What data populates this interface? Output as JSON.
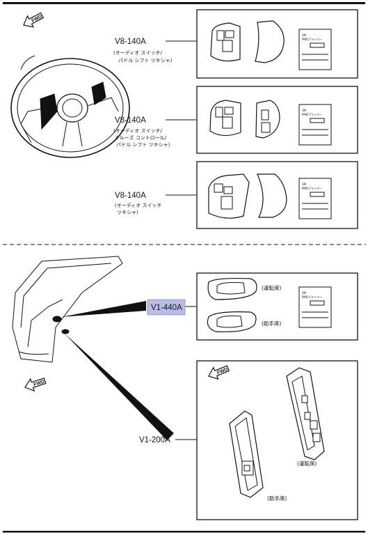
{
  "parts": {
    "steering_top": {
      "code": "V8-140A",
      "desc": [
        "(オーディオ スイッチ/",
        "パドル シフト ツキシャ)"
      ]
    },
    "steering_mid": {
      "code": "V8-140A",
      "desc": [
        "(オーディオ スイッチ/",
        "クルーズ コントロール/",
        "パドル シフト ツキシャ)"
      ]
    },
    "steering_bottom": {
      "code": "V8-140A",
      "desc": [
        "(オーディオ スイッチ",
        "ツキシャ)"
      ]
    },
    "door_inner": {
      "code": "V1-440A",
      "highlight_color": "#b9bde6"
    },
    "door_switch": {
      "code": "V1-200A"
    }
  },
  "sides": {
    "driver": "(運転席)",
    "passenger": "(助手席)"
  },
  "fwd_label": "FWD",
  "card": {
    "line1": "3M",
    "line2": "PMDプライマー"
  },
  "colors": {
    "ink": "#111111",
    "highlight": "#b9bde6"
  }
}
